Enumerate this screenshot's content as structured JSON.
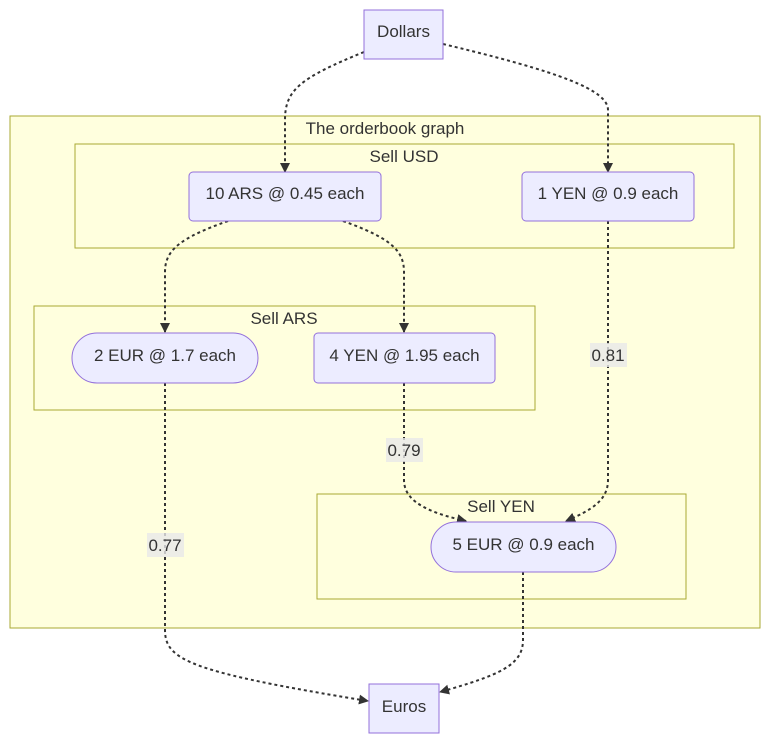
{
  "clusters": {
    "outer": {
      "title": "The orderbook graph"
    },
    "sell_usd": {
      "title": "Sell USD"
    },
    "sell_ars": {
      "title": "Sell ARS"
    },
    "sell_yen": {
      "title": "Sell YEN"
    }
  },
  "nodes": {
    "dollars": "Dollars",
    "ars_order": "10 ARS @ 0.45 each",
    "yen_order_usd": "1 YEN @ 0.9 each",
    "eur_order_ars": "2 EUR @ 1.7 each",
    "yen_order_ars": "4 YEN @ 1.95 each",
    "eur_order_yen": "5 EUR @ 0.9 each",
    "euros": "Euros"
  },
  "edges": {
    "yen_usd_to_eur": "0.81",
    "yen_ars_to_eur": "0.79",
    "eur_ars_to_euros": "0.77"
  },
  "colors": {
    "cluster_fill": "#ffffde",
    "cluster_stroke": "#aaaa33",
    "node_fill": "#ececff",
    "node_stroke": "#9370db",
    "edge": "#333333"
  }
}
